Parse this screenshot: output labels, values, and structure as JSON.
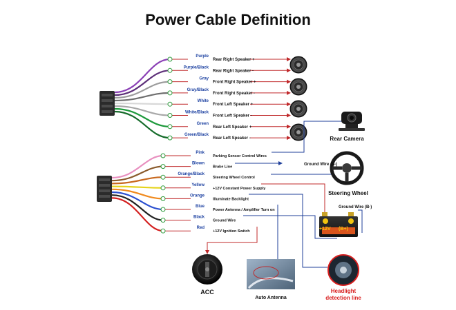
{
  "title": "Power Cable Definition",
  "colors": {
    "wire_color_label": "#1a3fa0",
    "function_label": "#111111",
    "signal_line": "#c0282a",
    "ground_line": "#1f3f9a",
    "warning_text": "#d81e1e"
  },
  "harness_top": {
    "connector_icon": "wiring-connector-icon",
    "wires": [
      {
        "color_name": "Purple",
        "function": "Rear Right Speaker +",
        "hex": "#8a3fb5",
        "target": "speaker-1"
      },
      {
        "color_name": "Purple/Black",
        "function": "Rear Right Speaker -",
        "hex": "#5c2e78",
        "target": "speaker-1"
      },
      {
        "color_name": "Gray",
        "function": "Front Right Speaker +",
        "hex": "#9c9c9c",
        "target": "speaker-2"
      },
      {
        "color_name": "Gray/Black",
        "function": "Front Right Speaker -",
        "hex": "#6f6f6f",
        "target": "speaker-2"
      },
      {
        "color_name": "White",
        "function": "Front Left Speaker +",
        "hex": "#d8d8d8",
        "target": "speaker-3"
      },
      {
        "color_name": "White/Black",
        "function": "Front Left Speaker -",
        "hex": "#a8a8a8",
        "target": "speaker-3"
      },
      {
        "color_name": "Green",
        "function": "Rear Left Speaker +",
        "hex": "#1e9a3c",
        "target": "speaker-4"
      },
      {
        "color_name": "Green/Black",
        "function": "Rear Left Speaker -",
        "hex": "#156b2a",
        "target": "speaker-4"
      }
    ]
  },
  "harness_bottom": {
    "connector_icon": "wiring-connector-icon",
    "wires": [
      {
        "color_name": "Pink",
        "function": "Parking Sensor Control Wires",
        "hex": "#e88fbf"
      },
      {
        "color_name": "Blown",
        "function": "Brake Line",
        "hex": "#8a5a2b"
      },
      {
        "color_name": "Orange/Black",
        "function": "Steering Wheel Control",
        "hex": "#c8691f"
      },
      {
        "color_name": "Yellow",
        "function": "+12V Constant Power Supply",
        "hex": "#e5d31a"
      },
      {
        "color_name": "Orange",
        "function": "Illuminate Backlight",
        "hex": "#f08a1e"
      },
      {
        "color_name": "Blue",
        "function": "Power Antenna / Amplifier Turn on",
        "hex": "#2a4fd0"
      },
      {
        "color_name": "Black",
        "function": "Ground Wire",
        "hex": "#222222"
      },
      {
        "color_name": "Red",
        "function": "+12V Ignition Switch",
        "hex": "#d42020"
      }
    ]
  },
  "labels": {
    "rear_camera": "Rear Camera",
    "steering_wheel": "Steering Wheel",
    "ground_wire_brake": "Ground Wire (B-)",
    "ground_wire_battery": "Ground Wire (B-)",
    "battery_plus": "+12V",
    "battery_bplus": "(B+)",
    "acc": "ACC",
    "auto_antenna": "Auto Antenna",
    "headlight_line1": "Headlight",
    "headlight_line2": "detection line"
  }
}
